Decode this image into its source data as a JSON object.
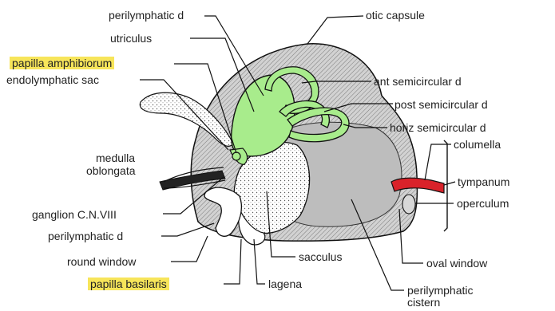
{
  "labels": {
    "perilymphatic_duct_top": "perilymphatic d",
    "otic_capsule": "otic capsule",
    "utriculus": "utriculus",
    "papilla_amphibiorum": "papilla amphibiorum",
    "endolymphatic_sac": "endolymphatic sac",
    "ant_semicircular": "ant semicircular d",
    "post_semicircular": "post semicircular d",
    "horiz_semicircular": "horiz semicircular d",
    "columella": "columella",
    "medulla": "medulla",
    "oblongata": "oblongata",
    "tympanum": "tympanum",
    "operculum": "operculum",
    "ganglion": "ganglion C.N.VIII",
    "perilymphatic_duct_bottom": "perilymphatic d",
    "round_window": "round window",
    "sacculus": "sacculus",
    "oval_window": "oval window",
    "papilla_basilaris": "papilla basilaris",
    "lagena": "lagena",
    "perilymphatic_cistern_1": "perilymphatic",
    "perilymphatic_cistern_2": "cistern"
  },
  "colors": {
    "membranous_labyrinth": "#a8ec8c",
    "columella": "#d9222a",
    "highlight": "#f7e55a",
    "capsule_fill": "#c9c9c9"
  }
}
